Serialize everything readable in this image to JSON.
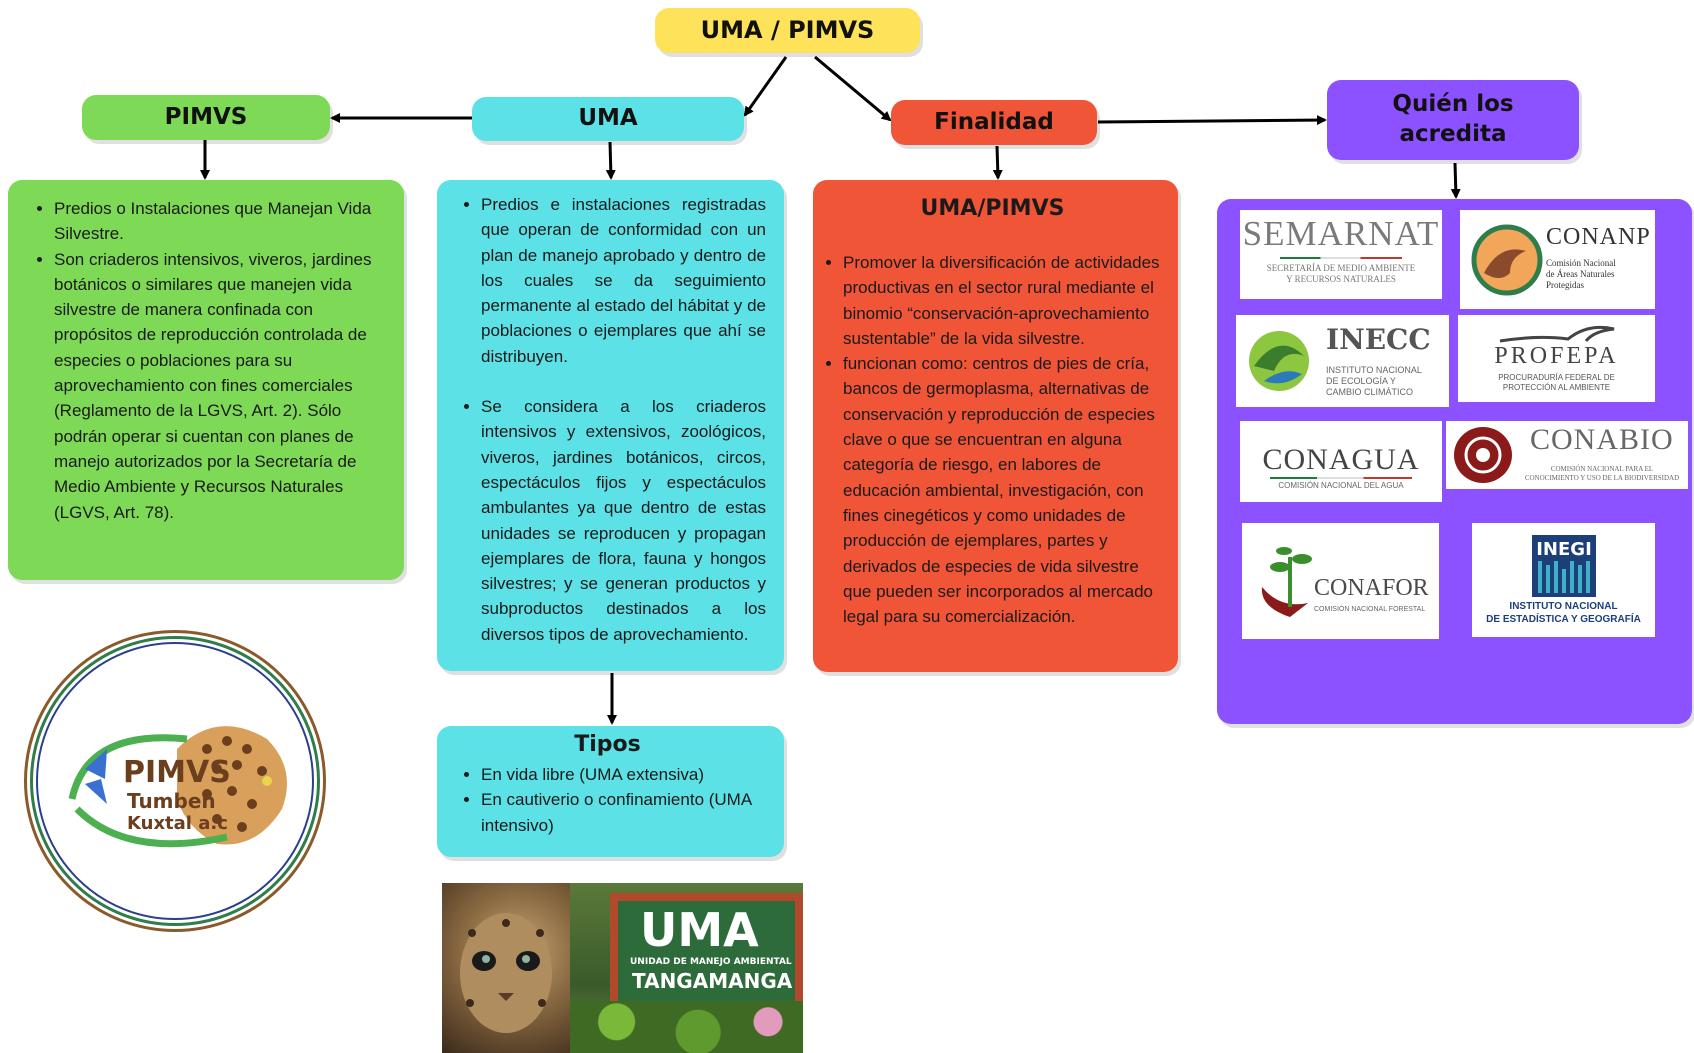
{
  "colors": {
    "yellow": "#fde25a",
    "green": "#7ed957",
    "cyan": "#5ce1e6",
    "red": "#f05537",
    "purple": "#8c52ff"
  },
  "nodes": {
    "root": "UMA / PIMVS",
    "pimvs": "PIMVS",
    "uma": "UMA",
    "finalidad": "Finalidad",
    "quien_line1": "Quién los",
    "quien_line2": "acredita"
  },
  "pimvs_box": {
    "items": [
      "Predios o Instalaciones que Manejan Vida Silvestre.",
      "Son criaderos intensivos, viveros, jardines botánicos o similares que manejen vida silvestre de manera confinada con propósitos de reproducción controlada de especies o poblaciones para su aprovechamiento con fines comerciales (Reglamento de la LGVS, Art. 2). Sólo podrán operar si cuentan con planes de manejo autorizados por la Secretaría de Medio Ambiente y Recursos Naturales (LGVS, Art. 78)."
    ]
  },
  "uma_box": {
    "items": [
      "Predios e instalaciones registradas que operan de conformidad con un plan de manejo aprobado y dentro de los cuales se da seguimiento permanente al estado del hábitat y de poblaciones o ejemplares que ahí se distribuyen.",
      "Se considera a los criaderos intensivos y extensivos, zoológicos, viveros, jardines botánicos, circos, espectáculos fijos y espectáculos ambulantes ya que dentro de estas unidades se reproducen y propagan ejemplares de flora, fauna y hongos silvestres; y se generan productos y subproductos destinados a los diversos tipos de aprovechamiento."
    ]
  },
  "finalidad_box": {
    "title": "UMA/PIMVS",
    "items": [
      "Promover la diversificación de actividades productivas en el sector rural mediante el binomio “conservación-aprovechamiento sustentable” de la vida silvestre.",
      "funcionan como: centros de pies de cría, bancos de germoplasma, alternativas de conservación y reproducción de especies clave o que se encuentran en alguna categoría de riesgo, en labores de educación ambiental, investigación, con fines cinegéticos y como unidades de producción de ejemplares, partes y derivados de especies de vida silvestre que pueden ser incorporados al mercado legal para su comercialización."
    ]
  },
  "tipos_box": {
    "title": "Tipos",
    "items": [
      "En vida libre (UMA extensiva)",
      "En cautiverio o confinamiento (UMA intensivo)"
    ]
  },
  "logos": {
    "semarnat": {
      "name": "SEMARNAT",
      "sub1": "SECRETARÍA DE MEDIO AMBIENTE",
      "sub2": "Y RECURSOS NATURALES"
    },
    "conanp": {
      "name": "CONANP",
      "sub1": "Comisión Nacional",
      "sub2": "de Áreas Naturales",
      "sub3": "Protegidas"
    },
    "inecc": {
      "name": "INECC",
      "sub1": "INSTITUTO NACIONAL",
      "sub2": "DE ECOLOGÍA Y",
      "sub3": "CAMBIO CLIMÁTICO"
    },
    "profepa": {
      "name": "PROFEPA",
      "sub1": "PROCURADURÍA FEDERAL DE",
      "sub2": "PROTECCIÓN AL AMBIENTE"
    },
    "conagua": {
      "name": "CONAGUA",
      "sub1": "COMISIÓN NACIONAL DEL AGUA"
    },
    "conabio": {
      "name": "CONABIO",
      "sub1": "COMISIÓN NACIONAL PARA EL",
      "sub2": "CONOCIMIENTO Y USO DE LA BIODIVERSIDAD"
    },
    "conafor": {
      "name": "CONAFOR",
      "sub1": "COMISIÓN NACIONAL FORESTAL"
    },
    "inegi": {
      "name": "INEGI",
      "sub1": "INSTITUTO NACIONAL",
      "sub2": "DE ESTADÍSTICA Y GEOGRAFÍA"
    }
  },
  "pimvs_logo": {
    "line1": "PIMVS",
    "line2": "Tumben",
    "line3": "Kuxtal a.c"
  },
  "photo": {
    "sign_title": "UMA",
    "sign_sub": "UNIDAD DE MANEJO AMBIENTAL",
    "sign_place": "TANGAMANGA"
  }
}
